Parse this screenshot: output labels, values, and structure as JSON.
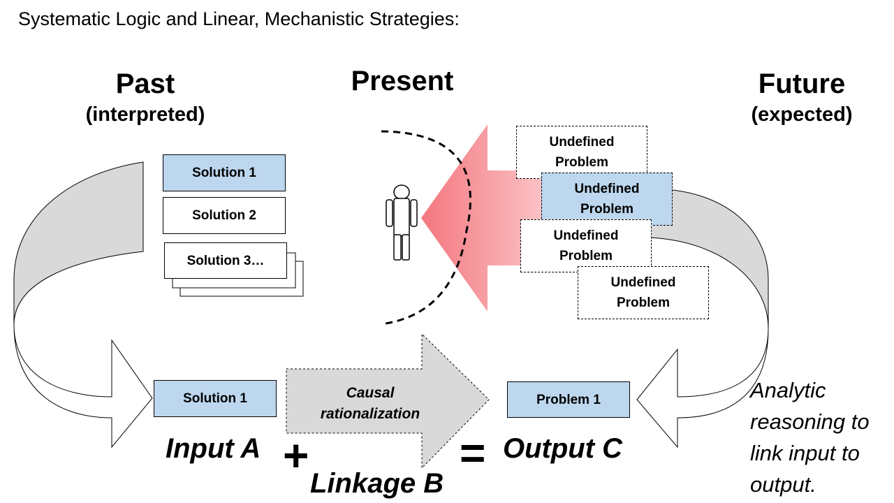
{
  "title": "Systematic Logic and Linear, Mechanistic Strategies:",
  "past": {
    "heading": "Past",
    "subheading": "(interpreted)"
  },
  "present": {
    "heading": "Present"
  },
  "future": {
    "heading": "Future",
    "subheading": "(expected)"
  },
  "solutions": [
    "Solution 1",
    "Solution 2",
    "Solution 3…"
  ],
  "problems": [
    "Undefined\nProblem",
    "Undefined\nProblem",
    "Undefined\nProblem",
    "Undefined\nProblem"
  ],
  "equation": {
    "input_box": "Solution 1",
    "output_box": "Problem 1",
    "input_label": "Input A",
    "linkage_label": "Linkage B",
    "output_label": "Output C",
    "plus": "+",
    "equals": "=",
    "linkage_text": "Causal\nrationalization"
  },
  "note": "Analytic reasoning to link input to output.",
  "colors": {
    "blue_box": "#bdd7ee",
    "red_arrow": "#f4777f",
    "gray_arrow": "#d9d9d9"
  }
}
